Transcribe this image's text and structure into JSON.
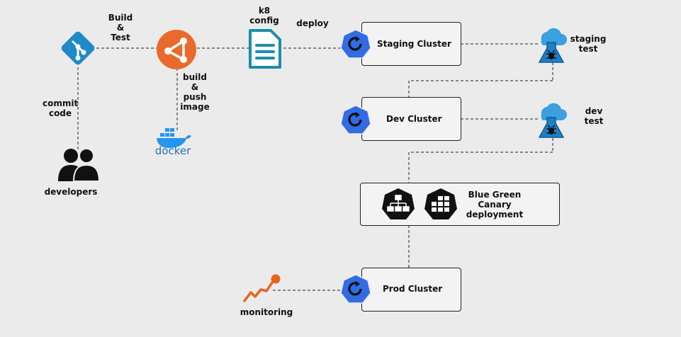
{
  "labels": {
    "build_test": "Build\n&\nTest",
    "k8_config": "k8\nconfig",
    "deploy": "deploy",
    "build_push_image": "build\n&\npush\nimage",
    "commit_code": "commit\ncode",
    "developers": "developers",
    "docker": "docker",
    "staging_test": "staging\ntest",
    "dev_test": "dev\ntest",
    "monitoring": "monitoring"
  },
  "clusters": {
    "staging": "Staging Cluster",
    "dev": "Dev Cluster",
    "prod": "Prod Cluster"
  },
  "deployment": {
    "title": "Blue Green\nCanary\ndeployment"
  },
  "colors": {
    "k8s_blue": "#326ce5",
    "git_blue": "#1f8ac7",
    "gitlab_orange": "#e96a2b",
    "doc_teal": "#1a8fa8",
    "azure_test": "#3aa0e0",
    "monitor_orange": "#e8641e"
  },
  "icons": [
    "git-icon",
    "pipeline-icon",
    "k8s-config-doc-icon",
    "docker-icon",
    "developers-icon",
    "k8s-helm-icon",
    "azure-test-flask-icon",
    "k8s-node-icon",
    "k8s-pod-icon",
    "monitoring-icon"
  ]
}
